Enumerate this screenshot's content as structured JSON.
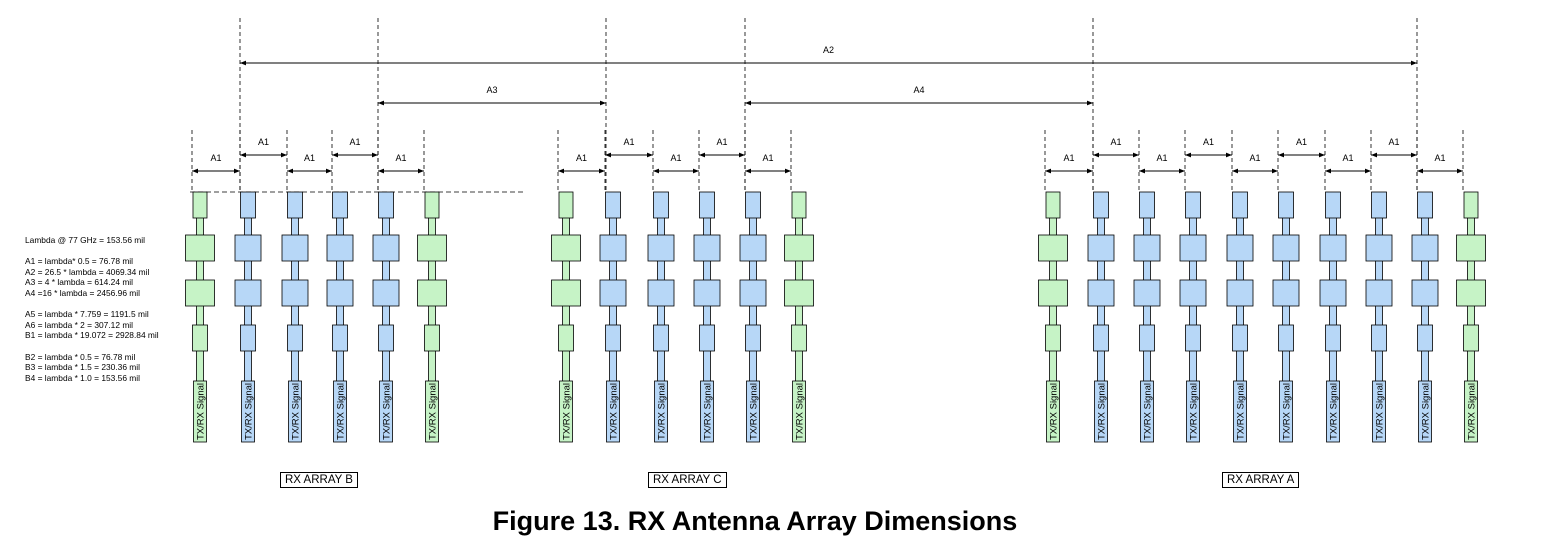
{
  "figure_title": "Figure 13. RX Antenna Array Dimensions",
  "legend": {
    "groups": [
      [
        "Lambda @ 77 GHz = 153.56 mil"
      ],
      [
        "A1 = lambda* 0.5 = 76.78 mil",
        "A2 = 26.5 * lambda = 4069.34 mil",
        "A3 = 4 * lambda = 614.24 mil",
        "A4 =16 * lambda = 2456.96 mil"
      ],
      [
        "A5 = lambda * 7.759 = 1191.5 mil",
        "A6 = lambda * 2 = 307.12 mil",
        "B1 = lambda * 19.072 = 2928.84 mil"
      ],
      [
        "B2 = lambda * 0.5 = 76.78 mil",
        "B3 = lambda * 1.5 = 230.36 mil",
        "B4 = lambda * 1.0 = 153.56 mil"
      ]
    ]
  },
  "arrays": [
    {
      "label": "RX ARRAY B",
      "elements": [
        "tx",
        "rx",
        "rx",
        "rx",
        "rx",
        "tx"
      ]
    },
    {
      "label": "RX ARRAY C",
      "elements": [
        "tx",
        "rx",
        "rx",
        "rx",
        "rx",
        "tx"
      ]
    },
    {
      "label": "RX ARRAY A",
      "elements": [
        "tx",
        "rx",
        "rx",
        "rx",
        "rx",
        "rx",
        "rx",
        "rx",
        "rx",
        "tx"
      ]
    }
  ],
  "signal_label": "TX/RX Signal",
  "dimension_labels": {
    "a1": "A1",
    "a2": "A2",
    "a3": "A3",
    "a4": "A4"
  },
  "colors": {
    "tx": "#c6f3c6",
    "rx": "#b7d7f7",
    "stroke": "#000000"
  }
}
